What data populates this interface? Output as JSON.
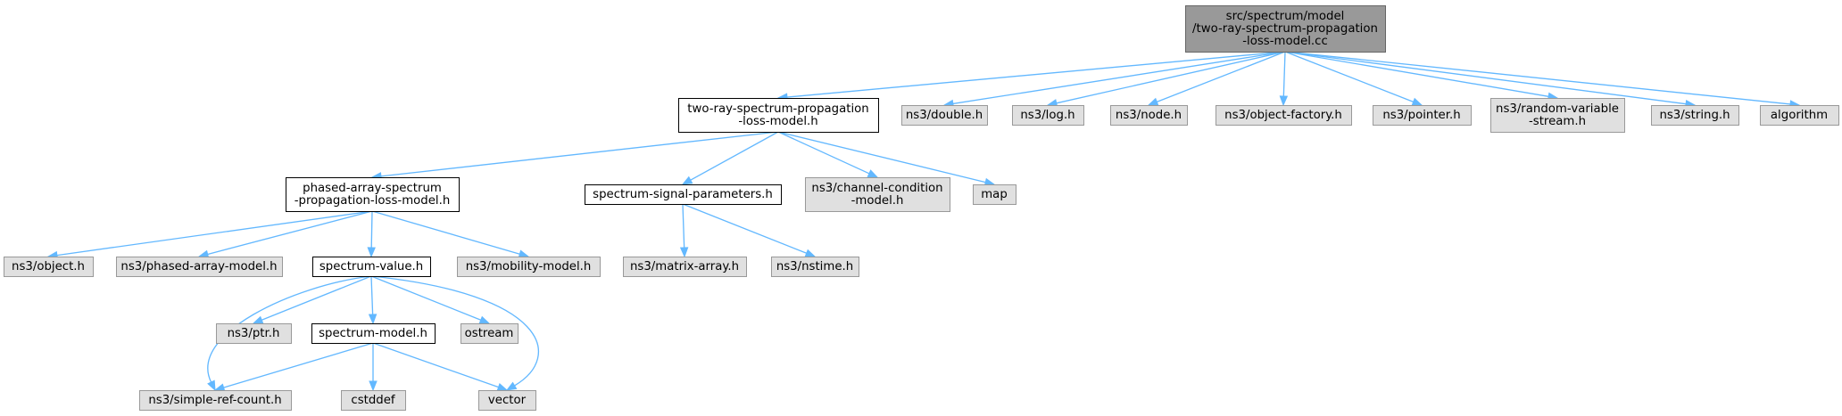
{
  "graph": {
    "title": "src/spectrum/model/two-ray-spectrum-propagation-loss-model.cc include dependency graph",
    "colors": {
      "edge": "#63b8ff",
      "root_fill": "#999999",
      "root_border": "#666666",
      "documented_fill": "#ffffff",
      "documented_border": "#000000",
      "external_fill": "#e0e0e0",
      "external_border": "#999999"
    },
    "nodes": [
      {
        "id": "root",
        "kind": "root",
        "lines": [
          "src/spectrum/model",
          "/two-ray-spectrum-propagation",
          "-loss-model.cc"
        ]
      },
      {
        "id": "two-ray-h",
        "kind": "documented",
        "lines": [
          "two-ray-spectrum-propagation",
          "-loss-model.h"
        ]
      },
      {
        "id": "ns3-double",
        "kind": "external",
        "lines": [
          "ns3/double.h"
        ]
      },
      {
        "id": "ns3-log",
        "kind": "external",
        "lines": [
          "ns3/log.h"
        ]
      },
      {
        "id": "ns3-node",
        "kind": "external",
        "lines": [
          "ns3/node.h"
        ]
      },
      {
        "id": "ns3-object-factory",
        "kind": "external",
        "lines": [
          "ns3/object-factory.h"
        ]
      },
      {
        "id": "ns3-pointer",
        "kind": "external",
        "lines": [
          "ns3/pointer.h"
        ]
      },
      {
        "id": "ns3-random-variable-stream",
        "kind": "external",
        "lines": [
          "ns3/random-variable",
          "-stream.h"
        ]
      },
      {
        "id": "ns3-string",
        "kind": "external",
        "lines": [
          "ns3/string.h"
        ]
      },
      {
        "id": "algorithm",
        "kind": "external",
        "lines": [
          "algorithm"
        ]
      },
      {
        "id": "phased-array-h",
        "kind": "documented",
        "lines": [
          "phased-array-spectrum",
          "-propagation-loss-model.h"
        ]
      },
      {
        "id": "spectrum-signal-parameters-h",
        "kind": "documented",
        "lines": [
          "spectrum-signal-parameters.h"
        ]
      },
      {
        "id": "ns3-channel-condition",
        "kind": "external",
        "lines": [
          "ns3/channel-condition",
          "-model.h"
        ]
      },
      {
        "id": "map",
        "kind": "external",
        "lines": [
          "map"
        ]
      },
      {
        "id": "ns3-object",
        "kind": "external",
        "lines": [
          "ns3/object.h"
        ]
      },
      {
        "id": "ns3-phased-array-model",
        "kind": "external",
        "lines": [
          "ns3/phased-array-model.h"
        ]
      },
      {
        "id": "spectrum-value-h",
        "kind": "documented",
        "lines": [
          "spectrum-value.h"
        ]
      },
      {
        "id": "ns3-mobility-model",
        "kind": "external",
        "lines": [
          "ns3/mobility-model.h"
        ]
      },
      {
        "id": "ns3-matrix-array",
        "kind": "external",
        "lines": [
          "ns3/matrix-array.h"
        ]
      },
      {
        "id": "ns3-nstime",
        "kind": "external",
        "lines": [
          "ns3/nstime.h"
        ]
      },
      {
        "id": "ns3-ptr",
        "kind": "external",
        "lines": [
          "ns3/ptr.h"
        ]
      },
      {
        "id": "spectrum-model-h",
        "kind": "documented",
        "lines": [
          "spectrum-model.h"
        ]
      },
      {
        "id": "ostream",
        "kind": "external",
        "lines": [
          "ostream"
        ]
      },
      {
        "id": "ns3-simple-ref-count",
        "kind": "external",
        "lines": [
          "ns3/simple-ref-count.h"
        ]
      },
      {
        "id": "cstddef",
        "kind": "external",
        "lines": [
          "cstddef"
        ]
      },
      {
        "id": "vector",
        "kind": "external",
        "lines": [
          "vector"
        ]
      }
    ],
    "edges": [
      {
        "from": "root",
        "to": "two-ray-h"
      },
      {
        "from": "root",
        "to": "ns3-double"
      },
      {
        "from": "root",
        "to": "ns3-log"
      },
      {
        "from": "root",
        "to": "ns3-node"
      },
      {
        "from": "root",
        "to": "ns3-object-factory"
      },
      {
        "from": "root",
        "to": "ns3-pointer"
      },
      {
        "from": "root",
        "to": "ns3-random-variable-stream"
      },
      {
        "from": "root",
        "to": "ns3-string"
      },
      {
        "from": "root",
        "to": "algorithm"
      },
      {
        "from": "two-ray-h",
        "to": "phased-array-h"
      },
      {
        "from": "two-ray-h",
        "to": "spectrum-signal-parameters-h"
      },
      {
        "from": "two-ray-h",
        "to": "ns3-channel-condition"
      },
      {
        "from": "two-ray-h",
        "to": "map"
      },
      {
        "from": "phased-array-h",
        "to": "ns3-object"
      },
      {
        "from": "phased-array-h",
        "to": "ns3-phased-array-model"
      },
      {
        "from": "phased-array-h",
        "to": "spectrum-value-h"
      },
      {
        "from": "phased-array-h",
        "to": "ns3-mobility-model"
      },
      {
        "from": "spectrum-signal-parameters-h",
        "to": "ns3-matrix-array"
      },
      {
        "from": "spectrum-signal-parameters-h",
        "to": "ns3-nstime"
      },
      {
        "from": "spectrum-value-h",
        "to": "ns3-simple-ref-count"
      },
      {
        "from": "spectrum-value-h",
        "to": "ns3-ptr"
      },
      {
        "from": "spectrum-value-h",
        "to": "spectrum-model-h"
      },
      {
        "from": "spectrum-value-h",
        "to": "ostream"
      },
      {
        "from": "spectrum-value-h",
        "to": "vector"
      },
      {
        "from": "spectrum-model-h",
        "to": "ns3-simple-ref-count"
      },
      {
        "from": "spectrum-model-h",
        "to": "cstddef"
      },
      {
        "from": "spectrum-model-h",
        "to": "vector"
      }
    ]
  }
}
